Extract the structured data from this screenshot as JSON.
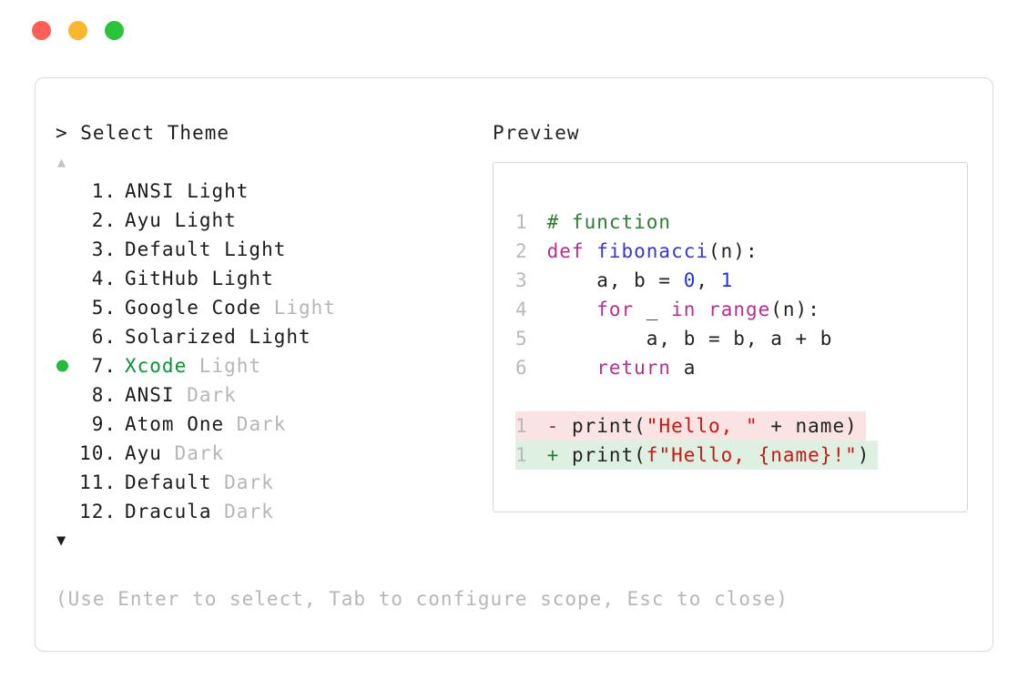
{
  "window": {
    "controls": [
      {
        "name": "close",
        "color": "#ff5f57"
      },
      {
        "name": "minimize",
        "color": "#f9b82b"
      },
      {
        "name": "maximize",
        "color": "#2bc33a"
      }
    ]
  },
  "picker": {
    "title": "> Select Theme",
    "scroll_up": "▲",
    "scroll_down": "▼",
    "hint": "(Use Enter to select, Tab to configure scope, Esc to close)",
    "selected_theme": "Xcode Light",
    "selected_bullet_color": "#22bd3a",
    "selected_text_color": "#0a9233",
    "items": [
      {
        "num": "1.",
        "label": "ANSI Light",
        "muted": "",
        "selected": false
      },
      {
        "num": "2.",
        "label": "Ayu Light",
        "muted": "",
        "selected": false
      },
      {
        "num": "3.",
        "label": "Default Light",
        "muted": "",
        "selected": false
      },
      {
        "num": "4.",
        "label": "GitHub Light",
        "muted": "",
        "selected": false
      },
      {
        "num": "5.",
        "label": "Google Code",
        "muted": " Light",
        "selected": false
      },
      {
        "num": "6.",
        "label": "Solarized Light",
        "muted": "",
        "selected": false
      },
      {
        "num": "7.",
        "label": "Xcode",
        "muted": " Light",
        "selected": true
      },
      {
        "num": "8.",
        "label": "ANSI",
        "muted": " Dark",
        "selected": false
      },
      {
        "num": "9.",
        "label": "Atom One",
        "muted": " Dark",
        "selected": false
      },
      {
        "num": "10.",
        "label": "Ayu",
        "muted": " Dark",
        "selected": false
      },
      {
        "num": "11.",
        "label": "Default",
        "muted": " Dark",
        "selected": false
      },
      {
        "num": "12.",
        "label": "Dracula",
        "muted": " Dark",
        "selected": false
      }
    ]
  },
  "preview": {
    "title": "Preview",
    "syntax_colors": {
      "comment": "#2f7d33",
      "keyword": "#b5328c",
      "function": "#3a36d2",
      "number": "#1d34e0",
      "string": "#c41a16",
      "removed_bg": "#fae3e3",
      "added_bg": "#def0e2"
    },
    "code_lines": [
      {
        "num": "1",
        "tokens": [
          {
            "t": "# function",
            "c": "comment"
          }
        ]
      },
      {
        "num": "2",
        "tokens": [
          {
            "t": "def ",
            "c": "keyword"
          },
          {
            "t": "fibonacci",
            "c": "func"
          },
          {
            "t": "(n):",
            "c": "plain"
          }
        ]
      },
      {
        "num": "3",
        "tokens": [
          {
            "t": "    a, b = ",
            "c": "plain"
          },
          {
            "t": "0",
            "c": "number"
          },
          {
            "t": ", ",
            "c": "plain"
          },
          {
            "t": "1",
            "c": "number"
          }
        ]
      },
      {
        "num": "4",
        "tokens": [
          {
            "t": "    ",
            "c": "plain"
          },
          {
            "t": "for",
            "c": "keyword"
          },
          {
            "t": " _ ",
            "c": "plain"
          },
          {
            "t": "in",
            "c": "keyword"
          },
          {
            "t": " ",
            "c": "plain"
          },
          {
            "t": "range",
            "c": "keyword"
          },
          {
            "t": "(n):",
            "c": "plain"
          }
        ]
      },
      {
        "num": "5",
        "tokens": [
          {
            "t": "        a, b = b, a + b",
            "c": "plain"
          }
        ]
      },
      {
        "num": "6",
        "tokens": [
          {
            "t": "    ",
            "c": "plain"
          },
          {
            "t": "return",
            "c": "keyword"
          },
          {
            "t": " a",
            "c": "plain"
          }
        ]
      },
      {
        "num": "",
        "tokens": []
      },
      {
        "num": "1",
        "highlight": "removed",
        "tokens": [
          {
            "t": "- ",
            "c": "minus"
          },
          {
            "t": "print(",
            "c": "plain"
          },
          {
            "t": "\"Hello, \"",
            "c": "string"
          },
          {
            "t": " + name)",
            "c": "plain"
          }
        ]
      },
      {
        "num": "1",
        "highlight": "added",
        "tokens": [
          {
            "t": "+ ",
            "c": "plus"
          },
          {
            "t": "print(",
            "c": "plain"
          },
          {
            "t": "f\"Hello, {name}!\"",
            "c": "string"
          },
          {
            "t": ")",
            "c": "plain"
          }
        ]
      }
    ]
  }
}
